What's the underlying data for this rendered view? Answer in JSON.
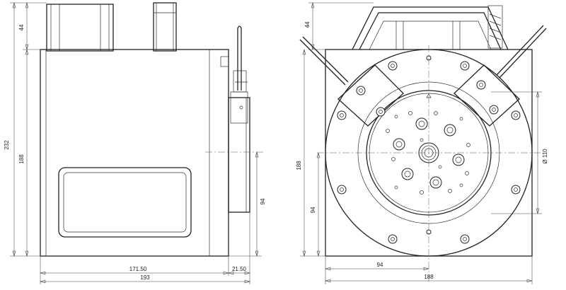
{
  "side_view": {
    "dim_total_height": "232",
    "dim_top_height": "44",
    "dim_body_height": "188",
    "dim_flange_height": "94",
    "dim_body_width": "171.50",
    "dim_flange_width": "21.50",
    "dim_total_width": "193"
  },
  "front_view": {
    "dim_top_height": "44",
    "dim_body_height": "188",
    "dim_center_height": "94",
    "dim_center_width": "94",
    "dim_body_width": "188",
    "dim_flange_diameter": "Ø 110"
  }
}
